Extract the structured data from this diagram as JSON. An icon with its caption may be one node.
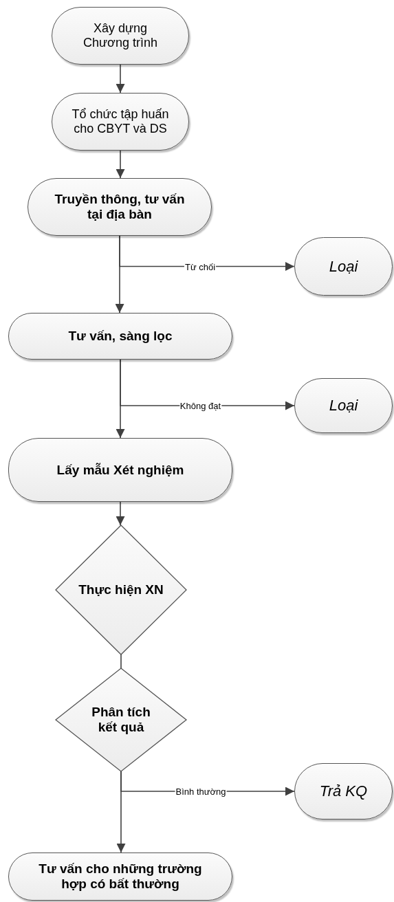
{
  "diagram": {
    "nodes": [
      {
        "text": [
          "Xây dựng Chương trình"
        ]
      },
      {
        "text": [
          "Tổ chức tập huấn cho CBYT và DS"
        ]
      },
      {
        "text": [
          "Truyền thông, tư vấn tại địa bàn"
        ]
      },
      {
        "text": [
          "Loại"
        ]
      },
      {
        "text": [
          "Tư vấn, sàng lọc"
        ]
      },
      {
        "text": [
          "Loại"
        ]
      },
      {
        "text": [
          "Lấy mẫu Xét nghiệm"
        ]
      },
      {
        "text": [
          "Thực hiện XN"
        ]
      },
      {
        "text": [
          "Phân tích kết quả"
        ]
      },
      {
        "text": [
          "Tư vấn cho những trường hợp có bất thường"
        ]
      },
      {
        "text": [
          "Trả KQ"
        ]
      }
    ],
    "edges": [
      {
        "from": 0,
        "to": 1,
        "arrow": "to"
      },
      {
        "from": 1,
        "to": 2,
        "arrow": "to"
      },
      {
        "from": 2,
        "to": 4,
        "arrow": "to"
      },
      {
        "from": 2,
        "to": 3,
        "label": "Từ chối",
        "arrow": "to"
      },
      {
        "from": 4,
        "to": 6,
        "arrow": "to"
      },
      {
        "from": 4,
        "to": 5,
        "label": "Không đạt",
        "arrow": "to"
      },
      {
        "from": 6,
        "to": 7,
        "arrow": "to"
      },
      {
        "from": 7,
        "to": 8,
        "arrow": "none"
      },
      {
        "from": 8,
        "to": 9,
        "arrow": "to"
      },
      {
        "from": 8,
        "to": 10,
        "label": "Bình thường",
        "arrow": "to"
      }
    ]
  }
}
